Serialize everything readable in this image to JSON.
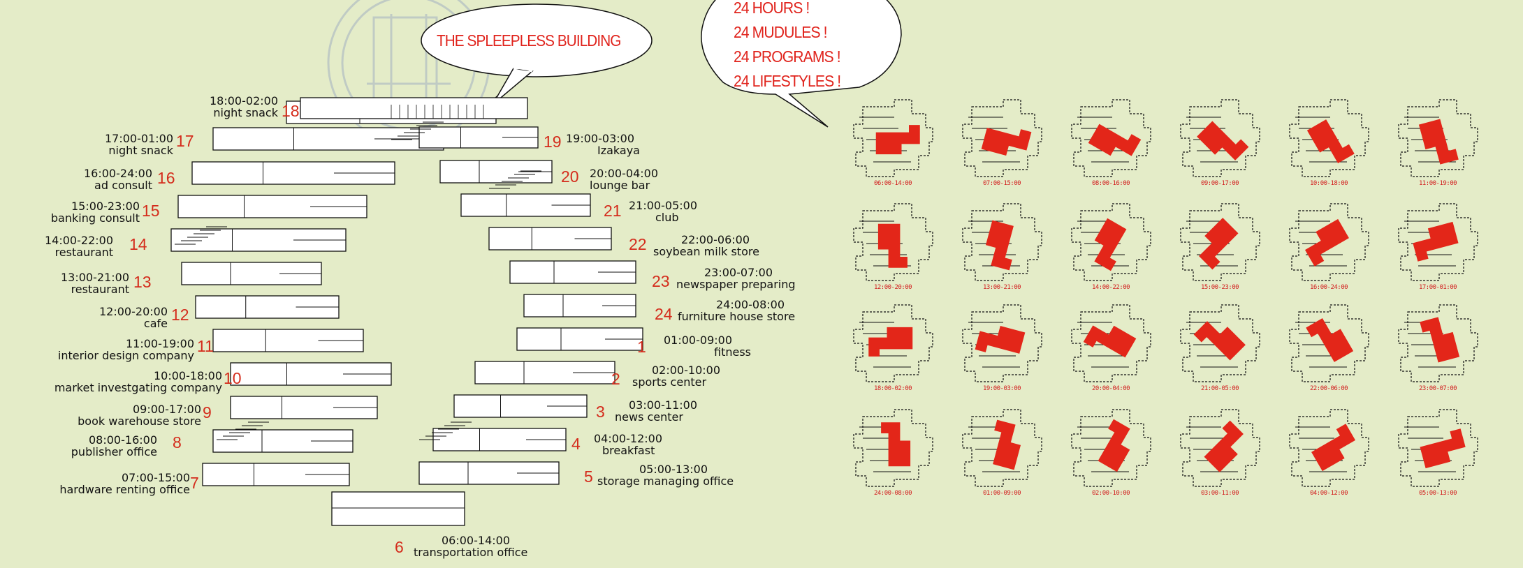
{
  "title": "THE SPLEEPLESS BUILDING",
  "tagline": [
    "24 HOURS !",
    "24 MUDULES !",
    "24 PROGRAMS !",
    "24 LIFESTYLES !"
  ],
  "colors": {
    "background": "#e4ecc8",
    "accent_red": "#e32619",
    "line": "#111111"
  },
  "programs": [
    {
      "num": "18",
      "time": "18:00-02:00",
      "name": "night snack"
    },
    {
      "num": "17",
      "time": "17:00-01:00",
      "name": "night snack"
    },
    {
      "num": "16",
      "time": "16:00-24:00",
      "name": "ad consult"
    },
    {
      "num": "15",
      "time": "15:00-23:00",
      "name": "banking consult"
    },
    {
      "num": "14",
      "time": "14:00-22:00",
      "name": "restaurant"
    },
    {
      "num": "13",
      "time": "13:00-21:00",
      "name": "restaurant"
    },
    {
      "num": "12",
      "time": "12:00-20:00",
      "name": "cafe"
    },
    {
      "num": "11",
      "time": "11:00-19:00",
      "name": "interior design company"
    },
    {
      "num": "10",
      "time": "10:00-18:00",
      "name": "market investgating company"
    },
    {
      "num": "9",
      "time": "09:00-17:00",
      "name": "book warehouse store"
    },
    {
      "num": "8",
      "time": "08:00-16:00",
      "name": "publisher office"
    },
    {
      "num": "7",
      "time": "07:00-15:00",
      "name": "hardware renting office"
    },
    {
      "num": "19",
      "time": "19:00-03:00",
      "name": "Izakaya"
    },
    {
      "num": "20",
      "time": "20:00-04:00",
      "name": "lounge bar"
    },
    {
      "num": "21",
      "time": "21:00-05:00",
      "name": "club"
    },
    {
      "num": "22",
      "time": "22:00-06:00",
      "name": "soybean milk store"
    },
    {
      "num": "23",
      "time": "23:00-07:00",
      "name": "newspaper preparing"
    },
    {
      "num": "24",
      "time": "24:00-08:00",
      "name": "furniture house store"
    },
    {
      "num": "1",
      "time": "01:00-09:00",
      "name": "fitness"
    },
    {
      "num": "2",
      "time": "02:00-10:00",
      "name": "sports center"
    },
    {
      "num": "3",
      "time": "03:00-11:00",
      "name": "news center"
    },
    {
      "num": "4",
      "time": "04:00-12:00",
      "name": "breakfast"
    },
    {
      "num": "5",
      "time": "05:00-13:00",
      "name": "storage managing office"
    },
    {
      "num": "6",
      "time": "06:00-14:00",
      "name": "transportation office"
    }
  ],
  "thumbnails": [
    "06:00-14:00",
    "07:00-15:00",
    "08:00-16:00",
    "09:00-17:00",
    "10:00-18:00",
    "11:00-19:00",
    "12:00-20:00",
    "13:00-21:00",
    "14:00-22:00",
    "15:00-23:00",
    "16:00-24:00",
    "17:00-01:00",
    "18:00-02:00",
    "19:00-03:00",
    "20:00-04:00",
    "21:00-05:00",
    "22:00-06:00",
    "23:00-07:00",
    "24:00-08:00",
    "01:00-09:00",
    "02:00-10:00",
    "03:00-11:00",
    "04:00-12:00",
    "05:00-13:00"
  ]
}
